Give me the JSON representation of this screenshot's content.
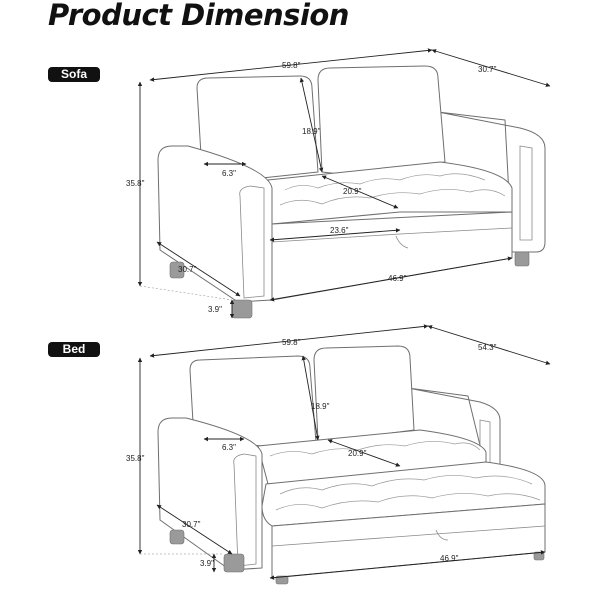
{
  "title": "Product Dimension",
  "sections": {
    "sofa": {
      "label": "Sofa",
      "dims": {
        "width": "59.8\"",
        "depth": "30.7\"",
        "back_height": "18.9\"",
        "height": "35.8\"",
        "arm_width": "6.3\"",
        "seat_depth": "20.9\"",
        "seat_height": "23.6\"",
        "arm_depth": "30.7\"",
        "seat_width": "46.9\"",
        "leg_height": "3.9\""
      }
    },
    "bed": {
      "label": "Bed",
      "dims": {
        "width": "59.8\"",
        "depth": "54.3\"",
        "back_height": "18.9\"",
        "height": "35.8\"",
        "arm_width": "6.3\"",
        "seat_depth": "20.9\"",
        "arm_depth": "30.7\"",
        "bed_width": "46.9\"",
        "leg_height": "3.9\""
      }
    }
  },
  "colors": {
    "outline": "#6f6f6f",
    "dimension": "#222222",
    "tag_bg": "#111111",
    "tag_text": "#ffffff"
  }
}
